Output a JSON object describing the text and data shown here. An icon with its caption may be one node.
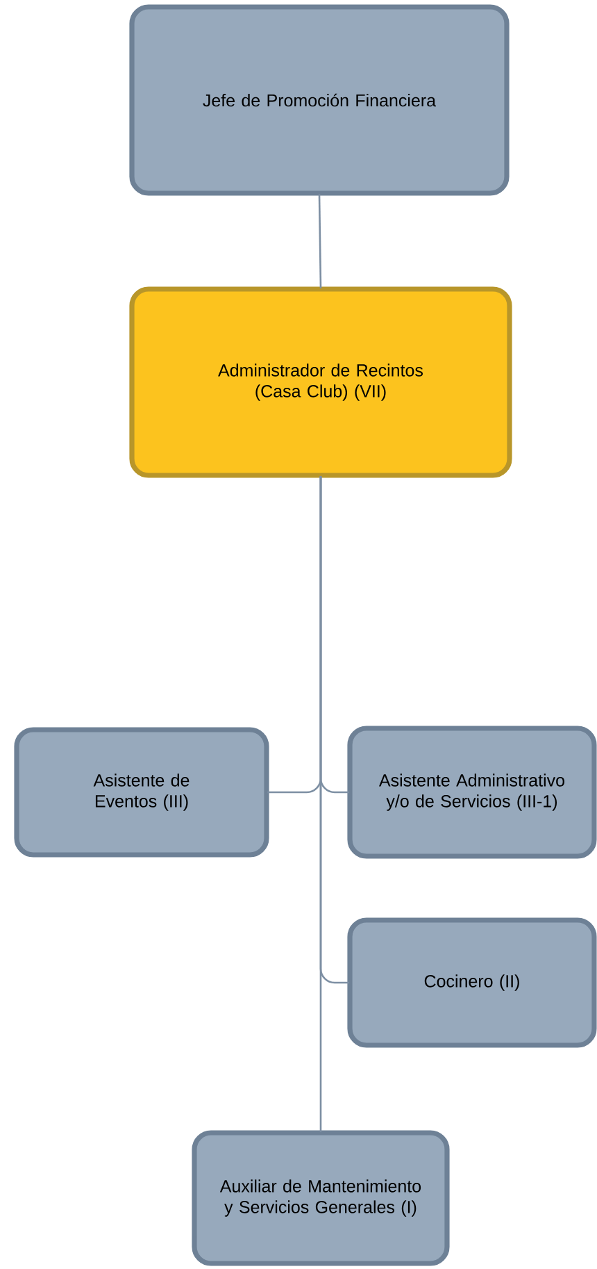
{
  "diagram": {
    "nodes": [
      {
        "text": [
          "Jefe de Promoción Financiera"
        ]
      },
      {
        "text": [
          "Administrador de Recintos (Casa Club) (VII)"
        ]
      },
      {
        "text": [
          "Asistente de Eventos (III)"
        ]
      },
      {
        "text": [
          "Asistente Administrativo y/o de Servicios (III-1)"
        ]
      },
      {
        "text": [
          "Cocinero (II)"
        ]
      },
      {
        "text": [
          "Auxiliar de Mantenimiento y Servicios Generales (I)"
        ]
      }
    ],
    "edges": [
      {
        "from": 0,
        "to": 1,
        "arrow": "none"
      },
      {
        "from": 1,
        "to": 2,
        "arrow": "none"
      },
      {
        "from": 1,
        "to": 3,
        "arrow": "none"
      },
      {
        "from": 1,
        "to": 4,
        "arrow": "none"
      },
      {
        "from": 1,
        "to": 5,
        "arrow": "none"
      }
    ]
  }
}
